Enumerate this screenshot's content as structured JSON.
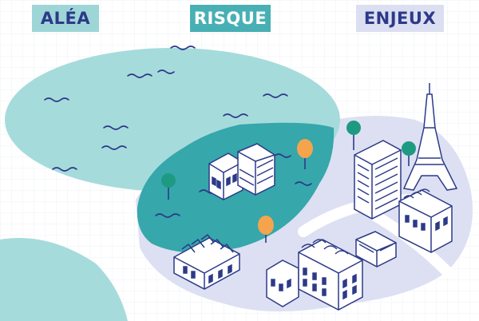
{
  "labels": {
    "alea": "ALÉA",
    "risque": "RISQUE",
    "enjeux": "ENJEUX"
  },
  "colors": {
    "alea_zone": "#a6dbdc",
    "risque_zone": "#36a7ab",
    "enjeux_zone": "#dde0f2",
    "outline": "#2c3a88",
    "tree_green": "#1e9a82",
    "tree_orange": "#f4a44c"
  },
  "icons": [
    "waves-icon",
    "flooded-building-icon",
    "factory-icon",
    "tree-icon",
    "eiffel-tower-icon",
    "tram-icon",
    "apartment-building-icon"
  ]
}
